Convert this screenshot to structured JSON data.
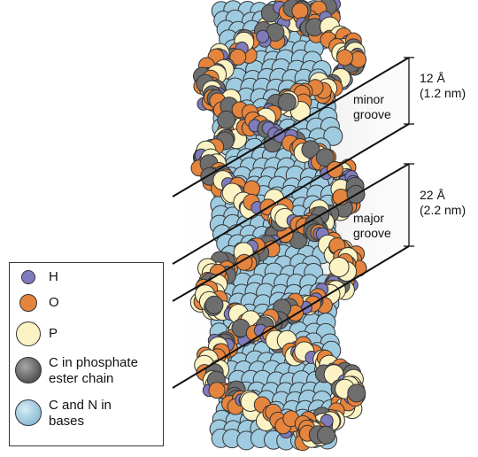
{
  "grooves": {
    "minor": {
      "line1": "minor",
      "line2": "groove",
      "dim1": "12 Å",
      "dim2": "(1.2 nm)"
    },
    "major": {
      "line1": "major",
      "line2": "groove",
      "dim1": "22 Å",
      "dim2": "(2.2 nm)"
    }
  },
  "legend": {
    "items": [
      {
        "label": "H",
        "color": "#7f7bbd"
      },
      {
        "label": "O",
        "color": "#e5843d"
      },
      {
        "label": "P",
        "color": "#fbf3c4"
      },
      {
        "label_line1": "C in phosphate",
        "label_line2": "ester chain",
        "color": "#6e6e6e"
      },
      {
        "label_line1": "C and N in",
        "label_line2": "bases",
        "color": "#9fcbe0"
      }
    ]
  }
}
